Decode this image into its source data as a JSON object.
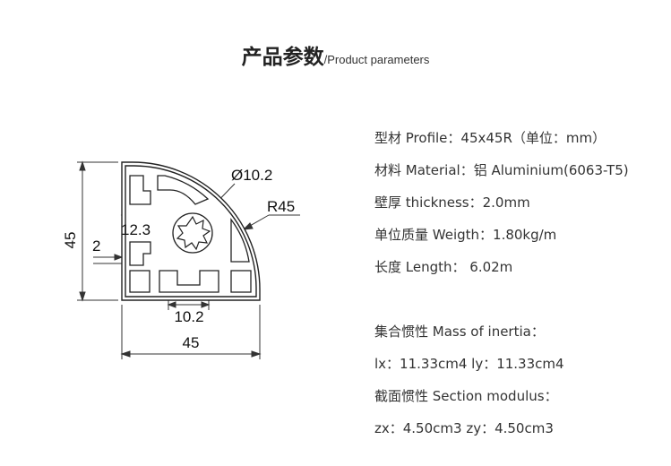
{
  "header": {
    "title_cn": "产品参数",
    "title_en": "/Product parameters"
  },
  "drawing": {
    "dim_height": "45",
    "dim_width": "45",
    "dim_diameter": "Ø10.2",
    "dim_radius": "R45",
    "dim_slot": "10.2",
    "dim_offset": "12.3",
    "dim_wall": "2"
  },
  "specs": {
    "profile": "型材 Profile：45x45R（单位：mm）",
    "material": "材料 Material：铝 Aluminium(6063-T5)",
    "thickness": "壁厚 thickness：2.0mm",
    "weight": "单位质量 Weigth：1.80kg/m",
    "length": "长度 Length： 6.02m",
    "inertia_label": "集合惯性 Mass of inertia：",
    "inertia_values": "lx：11.33cm4   ly：11.33cm4",
    "modulus_label": "截面惯性 Section modulus：",
    "modulus_values": "zx：4.50cm3  zy：4.50cm3"
  }
}
